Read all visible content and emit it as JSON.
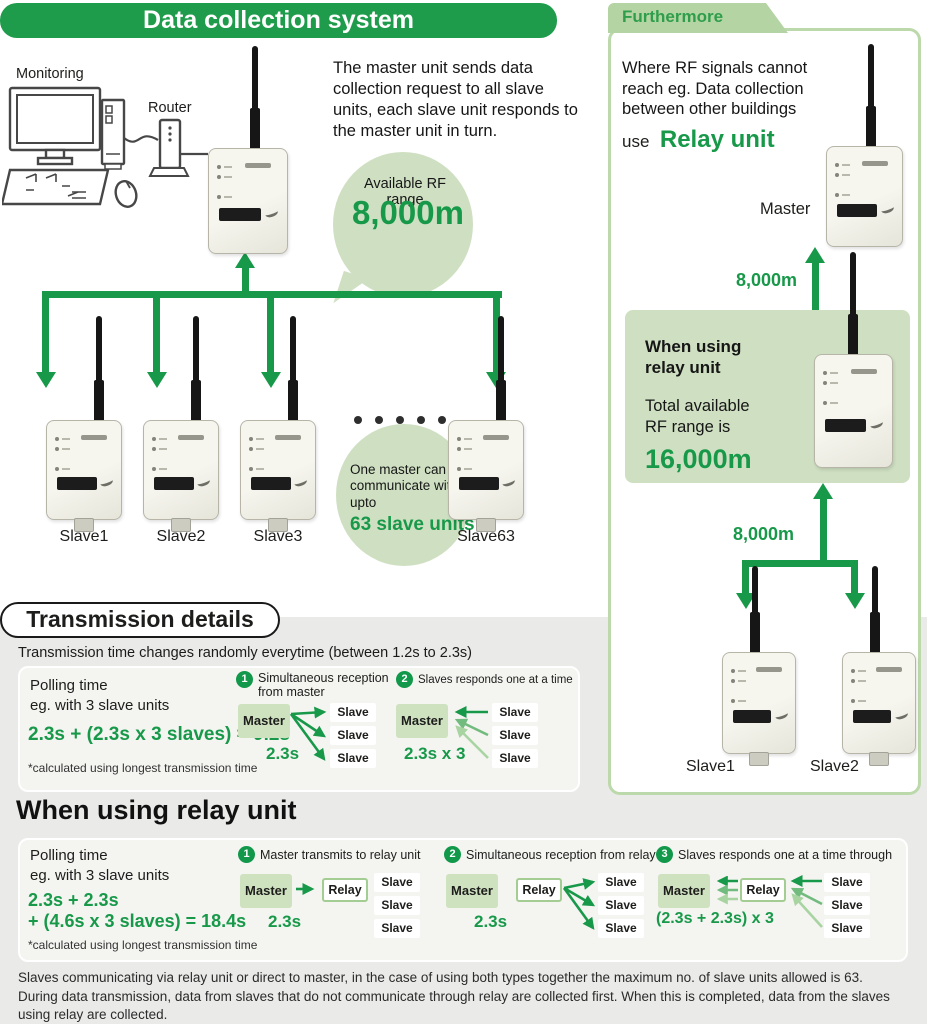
{
  "colors": {
    "green": "#18994a",
    "banner_green": "#1f9c4b",
    "light_green": "#cfe0c2",
    "tab_green": "#b5d4a4",
    "panel_border": "#bcd9ab",
    "section_bg": "#eaeae8",
    "inner_box_bg": "#f4f4f1",
    "master_box_bg": "#cfe2c0",
    "arrow_mid": "#72bb7e",
    "arrow_light": "#a8d4a2"
  },
  "header": {
    "title": "Data collection system"
  },
  "shared": {
    "master": "Master",
    "relay": "Relay",
    "slave": "Slave"
  },
  "main": {
    "monitoring_label": "Monitoring",
    "router_label": "Router",
    "description": "The master unit sends data collection request to all slave units, each slave unit responds to the master unit in turn.",
    "rf_bubble": {
      "caption": "Available RF range",
      "value": "8,000m"
    },
    "capacity_bubble": {
      "caption": "One master can communicate with upto",
      "value": "63 slave units"
    },
    "slave_labels": [
      "Slave1",
      "Slave2",
      "Slave3",
      "Slave63"
    ]
  },
  "furthermore": {
    "tab": "Furthermore",
    "intro": "Where RF signals cannot reach eg. Data collection between other buildings",
    "use_prefix": "use",
    "use_value": "Relay unit",
    "master_label": "Master",
    "range_top": "8,000m",
    "range_bottom": "8,000m",
    "relay_info": {
      "title": "When using relay unit",
      "caption": "Total available RF range is",
      "value": "16,000m"
    },
    "slave_labels": [
      "Slave1",
      "Slave2"
    ]
  },
  "transmission": {
    "title": "Transmission details",
    "note": "Transmission time changes randomly everytime (between 1.2s to 2.3s)",
    "polling": {
      "l1": "Polling time",
      "l2": "eg. with 3 slave units",
      "formula": "2.3s + (2.3s x 3 slaves) = 9.2s",
      "footnote": "*calculated using longest transmission time"
    },
    "steps": [
      {
        "num": "1",
        "label": "Simultaneous reception from master",
        "time": "2.3s"
      },
      {
        "num": "2",
        "label": "Slaves responds one at a time",
        "time": "2.3s x 3"
      }
    ]
  },
  "relay_section": {
    "title": "When using relay unit",
    "polling": {
      "l1": "Polling time",
      "l2": "eg. with 3 slave units",
      "formula_l1": "2.3s + 2.3s",
      "formula_l2": "+ (4.6s x 3 slaves) = 18.4s",
      "footnote": "*calculated using longest transmission time"
    },
    "steps": [
      {
        "num": "1",
        "label": "Master transmits to relay unit",
        "time": "2.3s"
      },
      {
        "num": "2",
        "label": "Simultaneous reception from relay",
        "time": "2.3s"
      },
      {
        "num": "3",
        "label": "Slaves responds one at a time through",
        "time": "(2.3s + 2.3s) x 3"
      }
    ]
  },
  "footer": {
    "line1": "Slaves communicating via relay unit or direct to master, in the case of using both types together the maximum no. of slave units allowed is 63.",
    "line2": "During data transmission, data from slaves that do not communicate through relay are collected first. When this is completed, data from the slaves using relay are collected."
  }
}
